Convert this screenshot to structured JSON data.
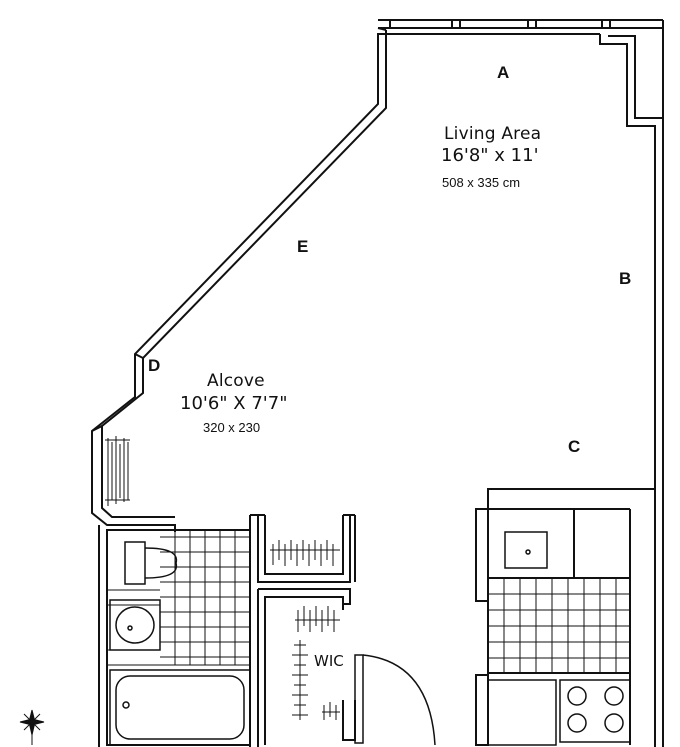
{
  "markers": {
    "a": "A",
    "b": "B",
    "c": "C",
    "d": "D",
    "e": "E"
  },
  "rooms": {
    "living": {
      "name": "Living Area",
      "dim_imperial": "16'8\" x 11'",
      "dim_metric": "508 x 335 cm"
    },
    "alcove": {
      "name": "Alcove",
      "dim_imperial": "10'6\" X 7'7\"",
      "dim_metric": "320 x 230"
    },
    "closet": {
      "name": "WIC"
    }
  },
  "icons": {
    "compass": "compass-rose-icon"
  },
  "colors": {
    "ink": "#111111",
    "background": "#ffffff"
  }
}
